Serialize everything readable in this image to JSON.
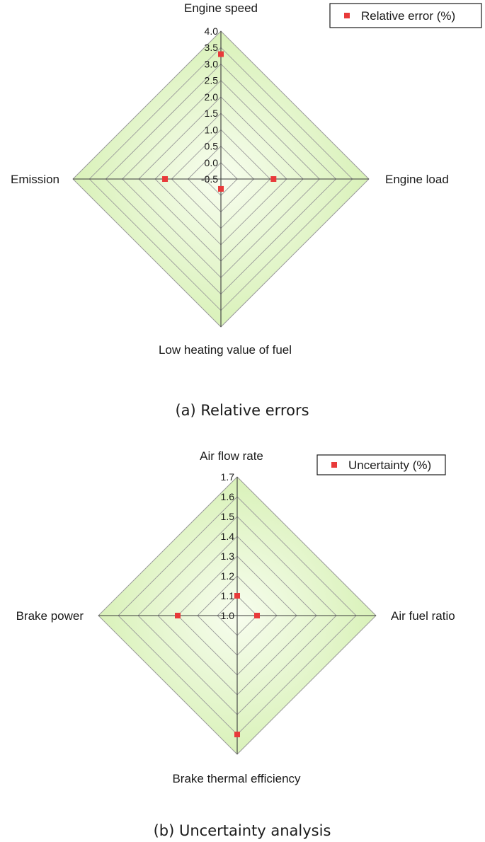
{
  "chart_data": [
    {
      "type": "radar",
      "caption": "(a) Relative errors",
      "axes": [
        "Engine speed",
        "Engine load",
        "Low heating value of fuel",
        "Emission"
      ],
      "ticks": [
        "4.0",
        "3.5",
        "3.0",
        "2.5",
        "2.0",
        "1.5",
        "1.0",
        "0.5",
        "0.0",
        "-0.5"
      ],
      "range": [
        -0.5,
        4.0
      ],
      "series": [
        {
          "name": "Relative error (%)",
          "values": [
            3.3,
            1.1,
            -0.2,
            1.2
          ]
        }
      ],
      "legend": "top-right",
      "colors": {
        "marker": "#e83a3a",
        "fill_outer": "#d9f2b8",
        "fill_inner": "#f7fdee",
        "grid": "#9a9a9a"
      }
    },
    {
      "type": "radar",
      "caption": "(b) Uncertainty analysis",
      "axes": [
        "Air flow rate",
        "Air fuel ratio",
        "Brake thermal efficiency",
        "Brake power"
      ],
      "ticks": [
        "1.7",
        "1.6",
        "1.5",
        "1.4",
        "1.3",
        "1.2",
        "1.1",
        "1.0"
      ],
      "range": [
        1.0,
        1.7
      ],
      "series": [
        {
          "name": "Uncertainty (%)",
          "values": [
            1.1,
            1.1,
            1.6,
            1.3
          ]
        }
      ],
      "legend": "top-right",
      "colors": {
        "marker": "#e83a3a",
        "fill_outer": "#d9f2b8",
        "fill_inner": "#f7fdee",
        "grid": "#9a9a9a"
      }
    }
  ]
}
